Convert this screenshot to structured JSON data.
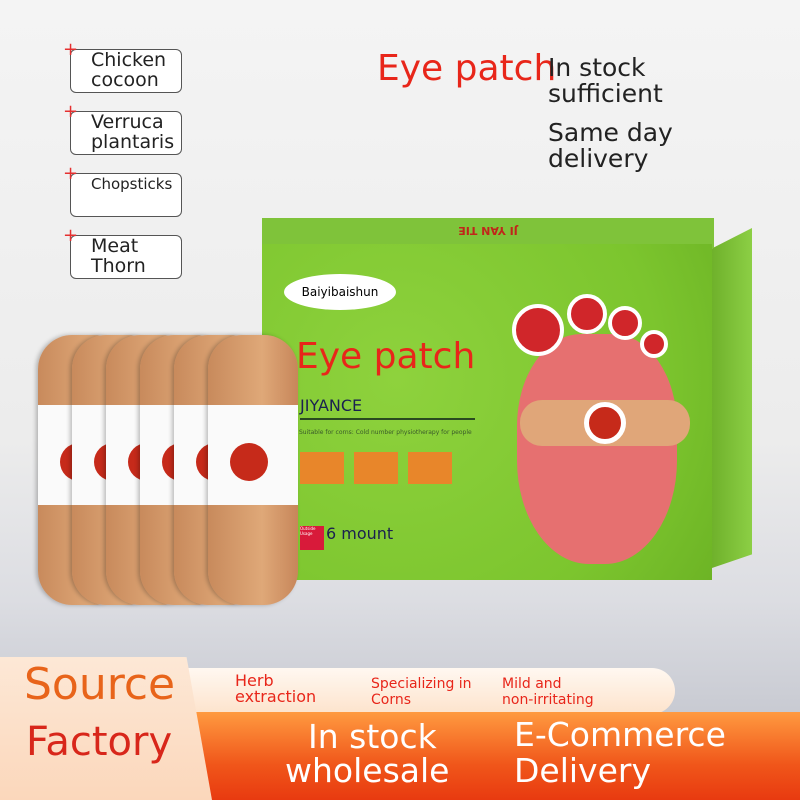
{
  "tags": [
    {
      "label": "Chicken cocoon"
    },
    {
      "label": "Verruca plantaris"
    },
    {
      "label": "Chopsticks"
    },
    {
      "label": "Meat Thorn"
    }
  ],
  "header": {
    "title": "Eye patch",
    "line1": "In stock",
    "line2": "sufficient",
    "line3": "Same day",
    "line4": "delivery"
  },
  "box": {
    "lid_text": "JI YAN TIE",
    "brand": "Baiyibaishun",
    "title": "Eye patch",
    "subtitle": "JIYANCE",
    "description": "Suitable for corns: Cold number physiotherapy for people",
    "count": "6 mount",
    "badge": "Outside Usage"
  },
  "banner": {
    "source": "Source",
    "factory": "Factory",
    "features": [
      {
        "line1": "Herb",
        "line2": "extraction"
      },
      {
        "line1": "Specializing in",
        "line2": "Corns"
      },
      {
        "line1": "Mild and",
        "line2": "non-irritating"
      }
    ],
    "stock1": "In stock",
    "stock2": "wholesale",
    "ecom1": "E-Commerce",
    "ecom2": "Delivery"
  },
  "colors": {
    "red": "#e8261a",
    "green": "#7cc52e",
    "orange": "#f0561a"
  }
}
